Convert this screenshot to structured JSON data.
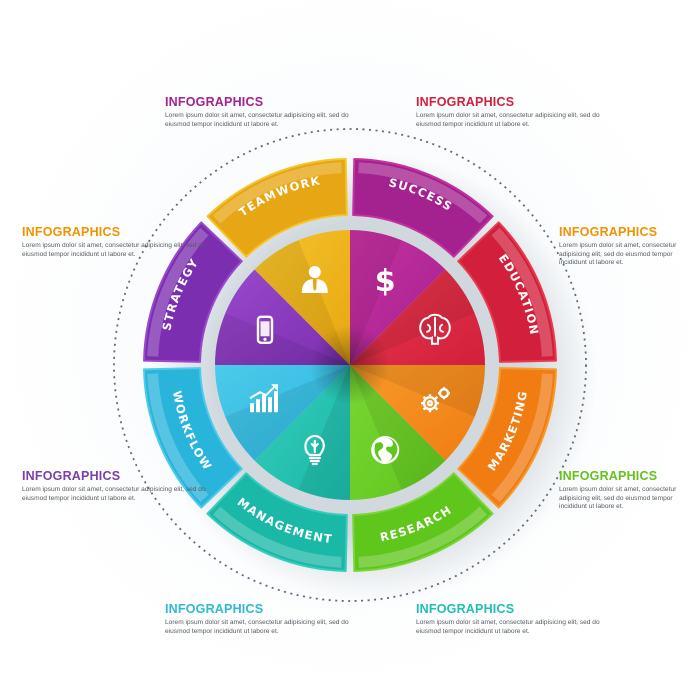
{
  "callouts": [
    {
      "title": "INFOGRAPHICS",
      "color": "#a3228f",
      "text": "Lorem ipsum dolor sit amet, consectetur adipisicing elit, sed do eiusmod tempor incididunt ut labore et."
    },
    {
      "title": "INFOGRAPHICS",
      "color": "#d21f3c",
      "text": "Lorem ipsum dolor sit amet, consectetur adipisicing elit, sed do eiusmod tempor incididunt ut labore et."
    },
    {
      "title": "INFOGRAPHICS",
      "color": "#f39200",
      "text": "Lorem ipsum dolor sit amet, consectetur adipisicing elit, sed do eiusmod tempor incididunt ut labore et."
    },
    {
      "title": "INFOGRAPHICS",
      "color": "#f39200",
      "text": "Lorem ipsum dolor sit amet, consectetur adipisicing elit, sed do eiusmod tempor incididunt ut labore et."
    },
    {
      "title": "INFOGRAPHICS",
      "color": "#7c3fa8",
      "text": "Lorem ipsum dolor sit amet, consectetur adipisicing elit, sed do eiusmod tempor incididunt ut labore et."
    },
    {
      "title": "INFOGRAPHICS",
      "color": "#66c21b",
      "text": "Lorem ipsum dolor sit amet, consectetur adipisicing elit, sed do eiusmod tempor incididunt ut labore et."
    },
    {
      "title": "INFOGRAPHICS",
      "color": "#2fb9d6",
      "text": "Lorem ipsum dolor sit amet, consectetur adipisicing elit, sed do eiusmod tempor incididunt ut labore et."
    },
    {
      "title": "INFOGRAPHICS",
      "color": "#1fc0b0",
      "text": "Lorem ipsum dolor sit amet, consectetur adipisicing elit, sed do eiusmod tempor incididunt ut labore et."
    }
  ],
  "segments": [
    {
      "label": "SUCCESS",
      "icon": "dollar-icon",
      "color": "#a3228f",
      "light": "#c6319f"
    },
    {
      "label": "EDUCATION",
      "icon": "brain-icon",
      "color": "#d21f3c",
      "light": "#e83a4c"
    },
    {
      "label": "MARKETING",
      "icon": "gears-icon",
      "color": "#f07c12",
      "light": "#f89a2a"
    },
    {
      "label": "RESEARCH",
      "icon": "globe-icon",
      "color": "#5fc61c",
      "light": "#7ad634"
    },
    {
      "label": "MANAGEMENT",
      "icon": "lightbulb-icon",
      "color": "#1ab8a7",
      "light": "#35cdbb"
    },
    {
      "label": "WORKFLOW",
      "icon": "growth-chart-icon",
      "color": "#29b4dc",
      "light": "#4ccbeb"
    },
    {
      "label": "STRATEGY",
      "icon": "smartphone-icon",
      "color": "#7b2fb0",
      "light": "#9a49cc"
    },
    {
      "label": "TEAMWORK",
      "icon": "businessman-icon",
      "color": "#e7a613",
      "light": "#f5c52a"
    }
  ]
}
